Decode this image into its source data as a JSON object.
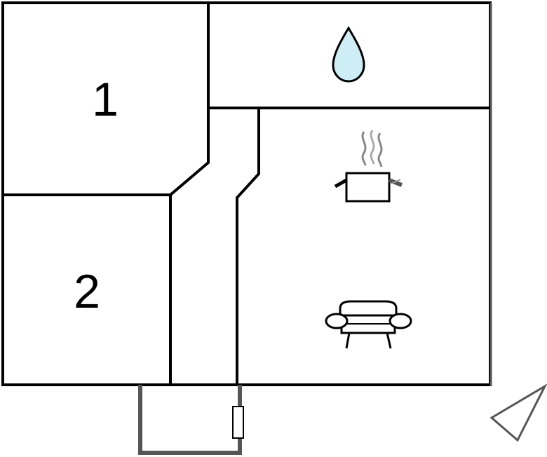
{
  "floorplan": {
    "rooms": [
      {
        "id": "bedroom-1",
        "label": "1"
      },
      {
        "id": "bedroom-2",
        "label": "2"
      },
      {
        "id": "bathroom",
        "icon": "water-drop-icon"
      },
      {
        "id": "kitchen-living",
        "icons": [
          "cooking-pot-icon",
          "sofa-icon"
        ]
      }
    ],
    "features": [
      "entrance-door-icon",
      "north-arrow-icon"
    ],
    "colors": {
      "wall": "#000000",
      "exterior_wall": "#555555",
      "water": "#cdeef4",
      "arrow": "#555555",
      "background": "#ffffff"
    }
  }
}
